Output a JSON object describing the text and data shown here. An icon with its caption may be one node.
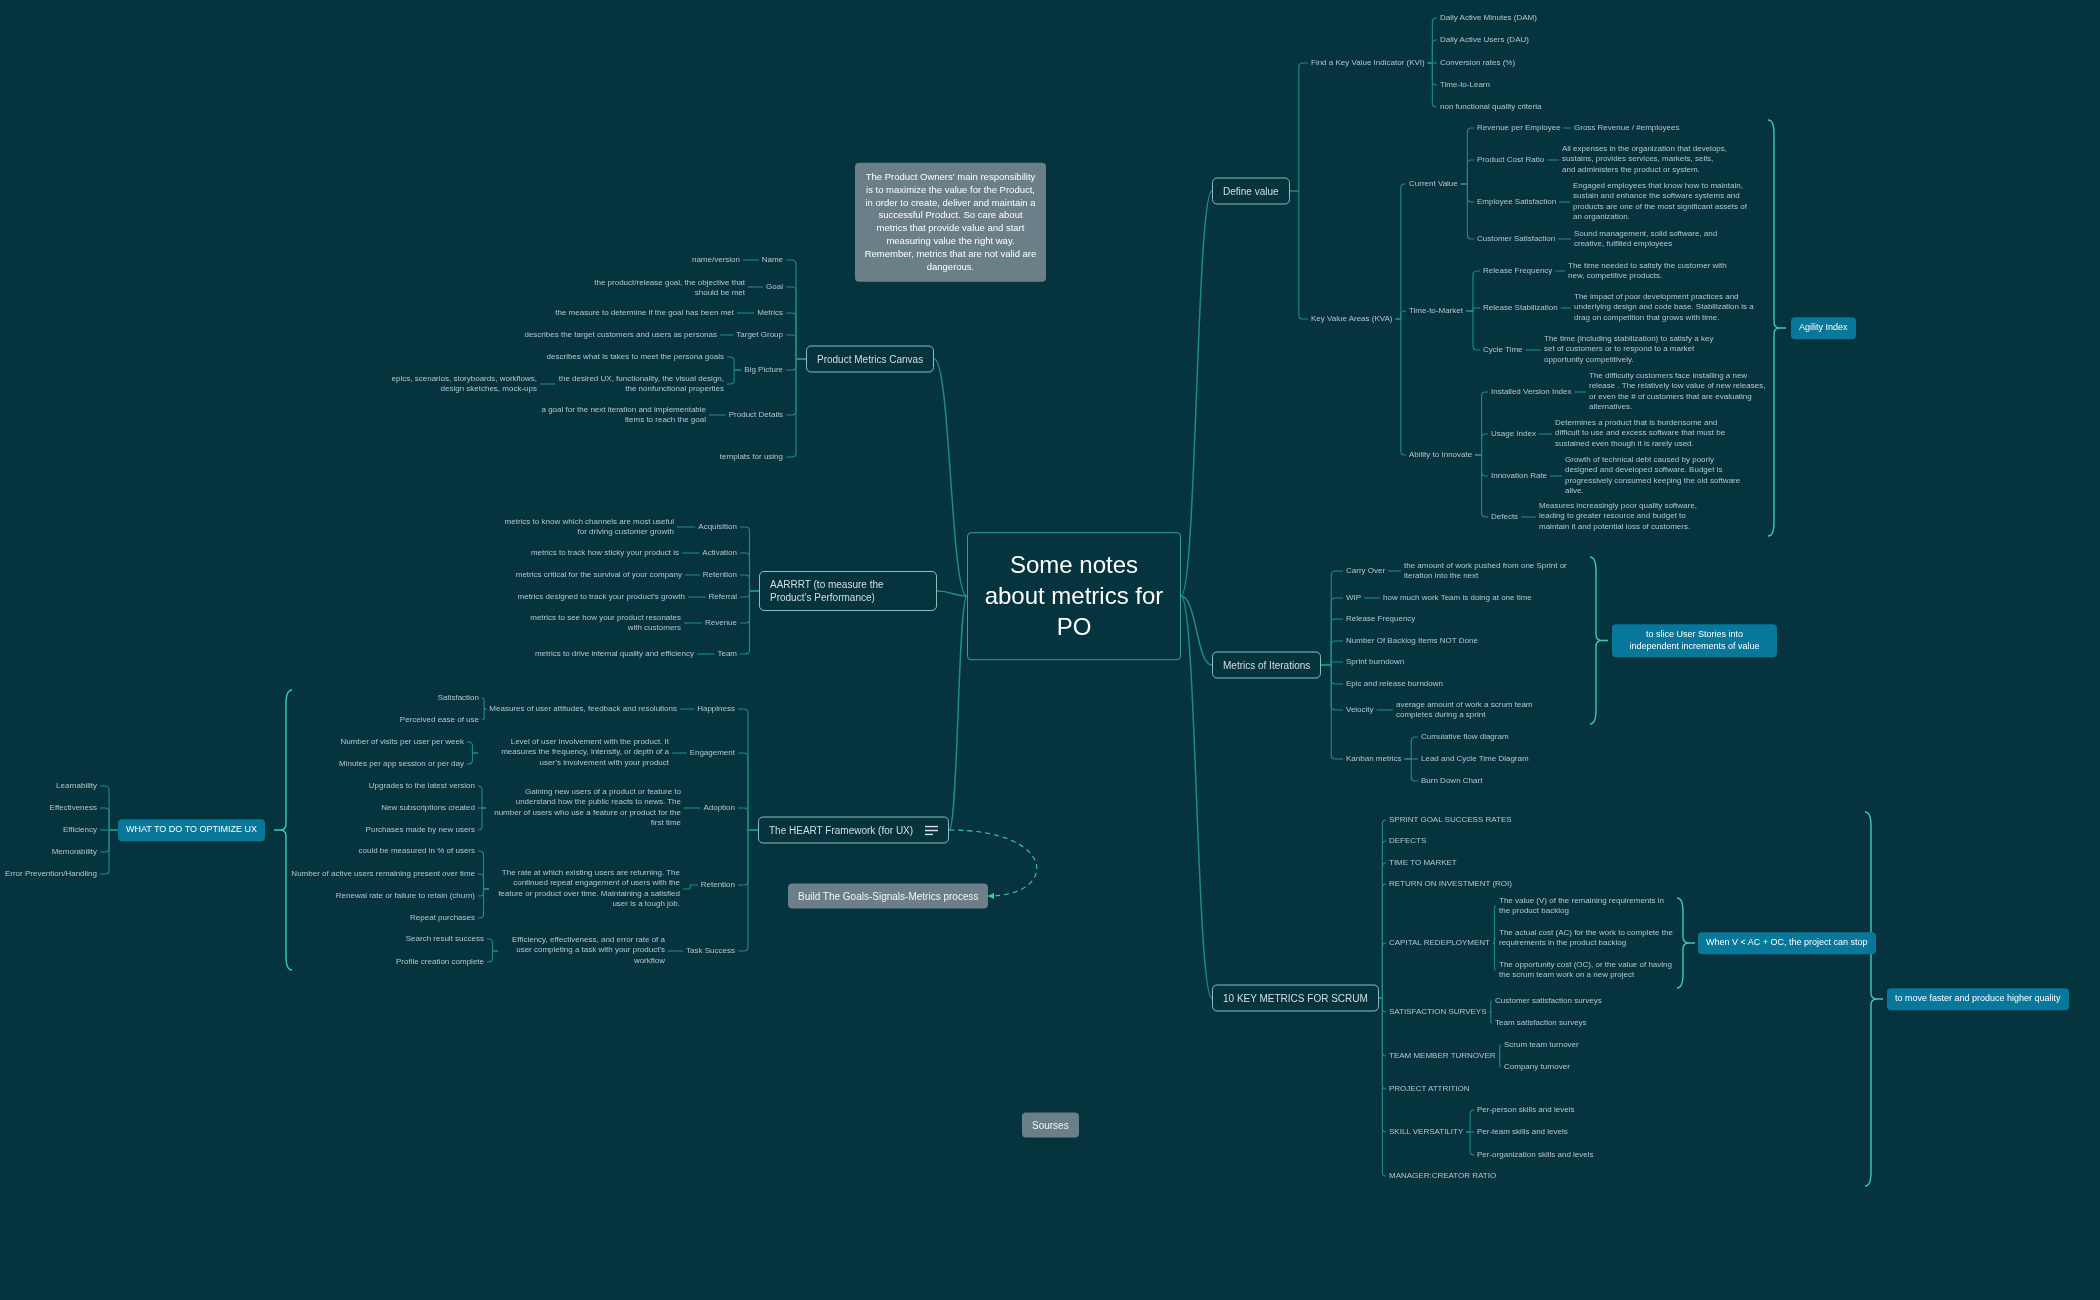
{
  "diagram": {
    "nodes": [
      {
        "text": [
          "Some notes about metrics for PO"
        ]
      },
      {
        "text": [
          "The Product Owners' main responsibility is to maximize the value for the Product, in order to create, deliver and maintain a successful Product. So care about metrics that provide value and start measuring value the right way. Remember, metrics that are not valid are dangerous."
        ]
      },
      {
        "text": [
          "Define value"
        ]
      },
      {
        "text": [
          "Find a Key Value Indicator (KVI)"
        ]
      },
      {
        "text": [
          "Daily Active Minutes (DAM)"
        ]
      },
      {
        "text": [
          "Daily Active Users (DAU)"
        ]
      },
      {
        "text": [
          "Conversion rates (%)"
        ]
      },
      {
        "text": [
          "Time-to-Learn"
        ]
      },
      {
        "text": [
          "non functional quality criteria"
        ]
      },
      {
        "text": [
          "Key Value Areas (KVA)"
        ]
      },
      {
        "text": [
          "Current Value"
        ]
      },
      {
        "text": [
          "Revenue per Employee"
        ]
      },
      {
        "text": [
          "Gross Revenue / #employees"
        ]
      },
      {
        "text": [
          "Product Cost Ratio"
        ]
      },
      {
        "text": [
          "All expenses in the organization that develops, sustains, provides services, markets, sells, and administers the product or system."
        ]
      },
      {
        "text": [
          "Employee Satisfaction"
        ]
      },
      {
        "text": [
          "Engaged employees that know how to maintain, sustain and enhance the software systems and products are one of the most significant assets of an organization."
        ]
      },
      {
        "text": [
          "Customer Satisfaction"
        ]
      },
      {
        "text": [
          "Sound management, solid software, and creative, fulfilled employees"
        ]
      },
      {
        "text": [
          "Time-to-Market"
        ]
      },
      {
        "text": [
          "Release Frequency"
        ]
      },
      {
        "text": [
          "The time needed to satisfy the customer with new, competitive products."
        ]
      },
      {
        "text": [
          "Release Stabilization"
        ]
      },
      {
        "text": [
          "The impact of poor development practices and underlying design and code base. Stabilization is a drag on competition that grows with time."
        ]
      },
      {
        "text": [
          "Cycle Time"
        ]
      },
      {
        "text": [
          "The time (including stabilization) to satisfy a key set of customers or to respond to a market opportunity competitively."
        ]
      },
      {
        "text": [
          "Ability to Innovate"
        ]
      },
      {
        "text": [
          "Installed Version Index"
        ]
      },
      {
        "text": [
          "The difficulty customers face installing a new release . The relatively low value of new releases, or even the # of customers that are evaluating alternatives."
        ]
      },
      {
        "text": [
          "Usage Index"
        ]
      },
      {
        "text": [
          "Determines a product that is burdensome and difficult to use and excess software that must be sustained even though it is rarely used."
        ]
      },
      {
        "text": [
          "Innovation Rate"
        ]
      },
      {
        "text": [
          "Growth of technical debt caused by poorly designed and developed software. Budget is progressively consumed keeping the old software alive."
        ]
      },
      {
        "text": [
          "Defects"
        ]
      },
      {
        "text": [
          "Measures increasingly poor quality software, leading to greater resource and budget to maintain it and potential loss of customers."
        ]
      },
      {
        "text": [
          "Agility Index"
        ]
      },
      {
        "text": [
          "Product Metrics Canvas"
        ]
      },
      {
        "text": [
          "Name"
        ]
      },
      {
        "text": [
          "name/version"
        ]
      },
      {
        "text": [
          "Goal"
        ]
      },
      {
        "text": [
          "the product/release goal, the objective that should be met"
        ]
      },
      {
        "text": [
          "Metrics"
        ]
      },
      {
        "text": [
          "the measure to determine if the goal has been met"
        ]
      },
      {
        "text": [
          "Target Group"
        ]
      },
      {
        "text": [
          "describes the target customers and users as personas"
        ]
      },
      {
        "text": [
          "Big Picture"
        ]
      },
      {
        "text": [
          "describes what is takes to meet the persona goals"
        ]
      },
      {
        "text": [
          "the desired UX, functionality, the visual design, the nonfunctional properties"
        ]
      },
      {
        "text": [
          "epics, scenarios, storyboards, workflows, design sketches, mock-ups"
        ]
      },
      {
        "text": [
          "Product Details"
        ]
      },
      {
        "text": [
          "a goal for the next iteration and implementable items to reach the goal"
        ]
      },
      {
        "text": [
          "templats for using"
        ]
      },
      {
        "text": [
          "AARRRT (to measure the Product’s Performance)"
        ]
      },
      {
        "text": [
          "Acquisition"
        ]
      },
      {
        "text": [
          "metrics to know which channels are most useful for driving customer growth"
        ]
      },
      {
        "text": [
          "Activation"
        ]
      },
      {
        "text": [
          "metrics to track how sticky your product is"
        ]
      },
      {
        "text": [
          "Retention"
        ]
      },
      {
        "text": [
          "metrics critical for the survival of your company"
        ]
      },
      {
        "text": [
          "Referral"
        ]
      },
      {
        "text": [
          "metrics designed to track your product’s growth"
        ]
      },
      {
        "text": [
          "Revenue"
        ]
      },
      {
        "text": [
          "metrics to see how your product resonates with customers"
        ]
      },
      {
        "text": [
          "Team"
        ]
      },
      {
        "text": [
          "metrics to drive internal quality and efficiency"
        ]
      },
      {
        "text": [
          "The HEART Framework (for UX)"
        ]
      },
      {
        "text": [
          "Happiness"
        ]
      },
      {
        "text": [
          "Measures of user attitudes, feedback and resolutions"
        ]
      },
      {
        "text": [
          "Satisfaction"
        ]
      },
      {
        "text": [
          "Perceived ease of use"
        ]
      },
      {
        "text": [
          "Engagement"
        ]
      },
      {
        "text": [
          "Level of user involvement with the product. It measures the frequency, intensity, or depth of a user’s involvement with your product"
        ]
      },
      {
        "text": [
          "Number of visits per user per week"
        ]
      },
      {
        "text": [
          "Minutes per app session or per day"
        ]
      },
      {
        "text": [
          "Adoption"
        ]
      },
      {
        "text": [
          "Gaining new users of a product or feature to understand how the public reacts to news. The number of users who use a feature or product for the first time"
        ]
      },
      {
        "text": [
          "Upgrades to the latest version"
        ]
      },
      {
        "text": [
          "New subscriptions created"
        ]
      },
      {
        "text": [
          "Purchases made by new users"
        ]
      },
      {
        "text": [
          "Retention"
        ]
      },
      {
        "text": [
          "The rate at which existing users are returning. The continued repeat engagement of users with the feature or product over time. Maintaining a satisfied user is a tough job."
        ]
      },
      {
        "text": [
          "could be measured in % of users"
        ]
      },
      {
        "text": [
          "Number of active users remaining present over time"
        ]
      },
      {
        "text": [
          "Renewal rate or failure to retain (churn)"
        ]
      },
      {
        "text": [
          "Repeat purchases"
        ]
      },
      {
        "text": [
          "Task Success"
        ]
      },
      {
        "text": [
          "Efficiency, effectiveness, and error rate of a user completing a task with your product’s workflow"
        ]
      },
      {
        "text": [
          "Search result success"
        ]
      },
      {
        "text": [
          "Profile creation complete"
        ]
      },
      {
        "text": [
          "WHAT TO DO TO OPTIMIZE UX"
        ]
      },
      {
        "text": [
          "Learnability"
        ]
      },
      {
        "text": [
          "Effectiveness"
        ]
      },
      {
        "text": [
          "Efficiency"
        ]
      },
      {
        "text": [
          "Memorability"
        ]
      },
      {
        "text": [
          "Error Prevention/Handling"
        ]
      },
      {
        "text": [
          "Build The Goals-Signals-Metrics process"
        ]
      },
      {
        "text": [
          "Sourses"
        ]
      },
      {
        "text": [
          "Metrics of Iterations"
        ]
      },
      {
        "text": [
          "Carry Over"
        ]
      },
      {
        "text": [
          "the amount of work pushed from one Sprint or iteration into the next"
        ]
      },
      {
        "text": [
          "WIP"
        ]
      },
      {
        "text": [
          "how much work Team is doing at one time"
        ]
      },
      {
        "text": [
          "Release Frequency"
        ]
      },
      {
        "text": [
          "Number Of Backlog Items NOT Done"
        ]
      },
      {
        "text": [
          "Sprint burndown"
        ]
      },
      {
        "text": [
          "Epic and release burndown"
        ]
      },
      {
        "text": [
          "Velocity"
        ]
      },
      {
        "text": [
          "average amount of work a scrum team completes during a sprint"
        ]
      },
      {
        "text": [
          "Kanban metrics"
        ]
      },
      {
        "text": [
          "Cumulative flow diagram"
        ]
      },
      {
        "text": [
          "Lead and Cycle Time Diagram"
        ]
      },
      {
        "text": [
          "Burn Down Chart"
        ]
      },
      {
        "text": [
          "to slice User Stories into independent increments of value"
        ]
      },
      {
        "text": [
          "10 KEY METRICS FOR SCRUM"
        ]
      },
      {
        "text": [
          "SPRINT GOAL SUCCESS RATES"
        ]
      },
      {
        "text": [
          "DEFECTS"
        ]
      },
      {
        "text": [
          "TIME TO MARKET"
        ]
      },
      {
        "text": [
          "RETURN ON INVESTMENT (ROI)"
        ]
      },
      {
        "text": [
          "CAPITAL REDEPLOYMENT"
        ]
      },
      {
        "text": [
          "The value (V) of the remaining requirements in the product backlog"
        ]
      },
      {
        "text": [
          "The actual cost (AC) for the work to complete the requirements in the product backlog"
        ]
      },
      {
        "text": [
          "The opportunity cost (OC), or the value of having the scrum team work on a new project"
        ]
      },
      {
        "text": [
          "When V < AC + OC, the project can stop"
        ]
      },
      {
        "text": [
          "SATISFACTION SURVEYS"
        ]
      },
      {
        "text": [
          "Customer satisfaction surveys"
        ]
      },
      {
        "text": [
          "Team satisfaction surveys"
        ]
      },
      {
        "text": [
          "TEAM MEMBER TURNOVER"
        ]
      },
      {
        "text": [
          "Scrum team turnover"
        ]
      },
      {
        "text": [
          "Company turnover"
        ]
      },
      {
        "text": [
          "PROJECT ATTRITION"
        ]
      },
      {
        "text": [
          "SKILL VERSATILITY"
        ]
      },
      {
        "text": [
          "Per-person skills and levels"
        ]
      },
      {
        "text": [
          "Per-team skills and levels"
        ]
      },
      {
        "text": [
          "Per-organization skills and levels"
        ]
      },
      {
        "text": [
          "MANAGER:CREATOR RATIO"
        ]
      },
      {
        "text": [
          "to move faster and produce higher quality"
        ]
      }
    ],
    "edges": [
      {
        "from": 0,
        "to": 2,
        "arrow": "none"
      },
      {
        "from": 0,
        "to": 36,
        "arrow": "none"
      },
      {
        "from": 0,
        "to": 52,
        "arrow": "none"
      },
      {
        "from": 0,
        "to": 65,
        "arrow": "none"
      },
      {
        "from": 0,
        "to": 97,
        "arrow": "none"
      },
      {
        "from": 0,
        "to": 113,
        "arrow": "none"
      },
      {
        "from": 2,
        "to": 3,
        "arrow": "none"
      },
      {
        "from": 2,
        "to": 9,
        "arrow": "none"
      },
      {
        "from": 3,
        "to": 4,
        "arrow": "none"
      },
      {
        "from": 3,
        "to": 5,
        "arrow": "none"
      },
      {
        "from": 3,
        "to": 6,
        "arrow": "none"
      },
      {
        "from": 3,
        "to": 7,
        "arrow": "none"
      },
      {
        "from": 3,
        "to": 8,
        "arrow": "none"
      },
      {
        "from": 9,
        "to": 10,
        "arrow": "none"
      },
      {
        "from": 9,
        "to": 19,
        "arrow": "none"
      },
      {
        "from": 9,
        "to": 26,
        "arrow": "none"
      },
      {
        "from": 10,
        "to": 11,
        "arrow": "none"
      },
      {
        "from": 10,
        "to": 13,
        "arrow": "none"
      },
      {
        "from": 10,
        "to": 15,
        "arrow": "none"
      },
      {
        "from": 10,
        "to": 17,
        "arrow": "none"
      },
      {
        "from": 11,
        "to": 12,
        "arrow": "none"
      },
      {
        "from": 13,
        "to": 14,
        "arrow": "none"
      },
      {
        "from": 15,
        "to": 16,
        "arrow": "none"
      },
      {
        "from": 17,
        "to": 18,
        "arrow": "none"
      },
      {
        "from": 19,
        "to": 20,
        "arrow": "none"
      },
      {
        "from": 19,
        "to": 22,
        "arrow": "none"
      },
      {
        "from": 19,
        "to": 24,
        "arrow": "none"
      },
      {
        "from": 20,
        "to": 21,
        "arrow": "none"
      },
      {
        "from": 22,
        "to": 23,
        "arrow": "none"
      },
      {
        "from": 24,
        "to": 25,
        "arrow": "none"
      },
      {
        "from": 26,
        "to": 27,
        "arrow": "none"
      },
      {
        "from": 26,
        "to": 29,
        "arrow": "none"
      },
      {
        "from": 26,
        "to": 31,
        "arrow": "none"
      },
      {
        "from": 26,
        "to": 33,
        "arrow": "none"
      },
      {
        "from": 27,
        "to": 28,
        "arrow": "none"
      },
      {
        "from": 29,
        "to": 30,
        "arrow": "none"
      },
      {
        "from": 31,
        "to": 32,
        "arrow": "none"
      },
      {
        "from": 33,
        "to": 34,
        "arrow": "none"
      },
      {
        "from": 36,
        "to": 37,
        "arrow": "none"
      },
      {
        "from": 36,
        "to": 39,
        "arrow": "none"
      },
      {
        "from": 36,
        "to": 41,
        "arrow": "none"
      },
      {
        "from": 36,
        "to": 43,
        "arrow": "none"
      },
      {
        "from": 36,
        "to": 45,
        "arrow": "none"
      },
      {
        "from": 36,
        "to": 49,
        "arrow": "none"
      },
      {
        "from": 36,
        "to": 51,
        "arrow": "none"
      },
      {
        "from": 37,
        "to": 38,
        "arrow": "none"
      },
      {
        "from": 39,
        "to": 40,
        "arrow": "none"
      },
      {
        "from": 41,
        "to": 42,
        "arrow": "none"
      },
      {
        "from": 43,
        "to": 44,
        "arrow": "none"
      },
      {
        "from": 45,
        "to": 46,
        "arrow": "none"
      },
      {
        "from": 45,
        "to": 47,
        "arrow": "none"
      },
      {
        "from": 47,
        "to": 48,
        "arrow": "none"
      },
      {
        "from": 49,
        "to": 50,
        "arrow": "none"
      },
      {
        "from": 52,
        "to": 53,
        "arrow": "none"
      },
      {
        "from": 52,
        "to": 55,
        "arrow": "none"
      },
      {
        "from": 52,
        "to": 57,
        "arrow": "none"
      },
      {
        "from": 52,
        "to": 59,
        "arrow": "none"
      },
      {
        "from": 52,
        "to": 61,
        "arrow": "none"
      },
      {
        "from": 52,
        "to": 63,
        "arrow": "none"
      },
      {
        "from": 53,
        "to": 54,
        "arrow": "none"
      },
      {
        "from": 55,
        "to": 56,
        "arrow": "none"
      },
      {
        "from": 57,
        "to": 58,
        "arrow": "none"
      },
      {
        "from": 59,
        "to": 60,
        "arrow": "none"
      },
      {
        "from": 61,
        "to": 62,
        "arrow": "none"
      },
      {
        "from": 63,
        "to": 64,
        "arrow": "none"
      },
      {
        "from": 65,
        "to": 66,
        "arrow": "none"
      },
      {
        "from": 65,
        "to": 70,
        "arrow": "none"
      },
      {
        "from": 65,
        "to": 74,
        "arrow": "none"
      },
      {
        "from": 65,
        "to": 79,
        "arrow": "none"
      },
      {
        "from": 65,
        "to": 85,
        "arrow": "none"
      },
      {
        "from": 66,
        "to": 67,
        "arrow": "none"
      },
      {
        "from": 67,
        "to": 68,
        "arrow": "none"
      },
      {
        "from": 67,
        "to": 69,
        "arrow": "none"
      },
      {
        "from": 70,
        "to": 71,
        "arrow": "none"
      },
      {
        "from": 71,
        "to": 72,
        "arrow": "none"
      },
      {
        "from": 71,
        "to": 73,
        "arrow": "none"
      },
      {
        "from": 74,
        "to": 75,
        "arrow": "none"
      },
      {
        "from": 75,
        "to": 76,
        "arrow": "none"
      },
      {
        "from": 75,
        "to": 77,
        "arrow": "none"
      },
      {
        "from": 75,
        "to": 78,
        "arrow": "none"
      },
      {
        "from": 79,
        "to": 80,
        "arrow": "none"
      },
      {
        "from": 80,
        "to": 81,
        "arrow": "none"
      },
      {
        "from": 80,
        "to": 82,
        "arrow": "none"
      },
      {
        "from": 80,
        "to": 83,
        "arrow": "none"
      },
      {
        "from": 80,
        "to": 84,
        "arrow": "none"
      },
      {
        "from": 85,
        "to": 86,
        "arrow": "none"
      },
      {
        "from": 86,
        "to": 87,
        "arrow": "none"
      },
      {
        "from": 86,
        "to": 88,
        "arrow": "none"
      },
      {
        "from": 89,
        "to": 90,
        "arrow": "none"
      },
      {
        "from": 89,
        "to": 91,
        "arrow": "none"
      },
      {
        "from": 89,
        "to": 92,
        "arrow": "none"
      },
      {
        "from": 89,
        "to": 93,
        "arrow": "none"
      },
      {
        "from": 89,
        "to": 94,
        "arrow": "none"
      },
      {
        "from": 65,
        "to": 95,
        "arrow": "to",
        "style": "dashed",
        "color": "#3ec9b5"
      },
      {
        "from": 97,
        "to": 98,
        "arrow": "none"
      },
      {
        "from": 97,
        "to": 100,
        "arrow": "none"
      },
      {
        "from": 97,
        "to": 102,
        "arrow": "none"
      },
      {
        "from": 97,
        "to": 103,
        "arrow": "none"
      },
      {
        "from": 97,
        "to": 104,
        "arrow": "none"
      },
      {
        "from": 97,
        "to": 105,
        "arrow": "none"
      },
      {
        "from": 97,
        "to": 106,
        "arrow": "none"
      },
      {
        "from": 97,
        "to": 108,
        "arrow": "none"
      },
      {
        "from": 98,
        "to": 99,
        "arrow": "none"
      },
      {
        "from": 100,
        "to": 101,
        "arrow": "none"
      },
      {
        "from": 106,
        "to": 107,
        "arrow": "none"
      },
      {
        "from": 108,
        "to": 109,
        "arrow": "none"
      },
      {
        "from": 108,
        "to": 110,
        "arrow": "none"
      },
      {
        "from": 108,
        "to": 111,
        "arrow": "none"
      },
      {
        "from": 113,
        "to": 114,
        "arrow": "none"
      },
      {
        "from": 113,
        "to": 115,
        "arrow": "none"
      },
      {
        "from": 113,
        "to": 116,
        "arrow": "none"
      },
      {
        "from": 113,
        "to": 117,
        "arrow": "none"
      },
      {
        "from": 113,
        "to": 118,
        "arrow": "none"
      },
      {
        "from": 113,
        "to": 123,
        "arrow": "none"
      },
      {
        "from": 113,
        "to": 126,
        "arrow": "none"
      },
      {
        "from": 113,
        "to": 129,
        "arrow": "none"
      },
      {
        "from": 113,
        "to": 130,
        "arrow": "none"
      },
      {
        "from": 113,
        "to": 134,
        "arrow": "none"
      },
      {
        "from": 118,
        "to": 119,
        "arrow": "none"
      },
      {
        "from": 118,
        "to": 120,
        "arrow": "none"
      },
      {
        "from": 118,
        "to": 121,
        "arrow": "none"
      },
      {
        "from": 123,
        "to": 124,
        "arrow": "none"
      },
      {
        "from": 123,
        "to": 125,
        "arrow": "none"
      },
      {
        "from": 126,
        "to": 127,
        "arrow": "none"
      },
      {
        "from": 126,
        "to": 128,
        "arrow": "none"
      },
      {
        "from": 130,
        "to": 131,
        "arrow": "none"
      },
      {
        "from": 130,
        "to": 132,
        "arrow": "none"
      },
      {
        "from": 130,
        "to": 133,
        "arrow": "none"
      }
    ]
  }
}
